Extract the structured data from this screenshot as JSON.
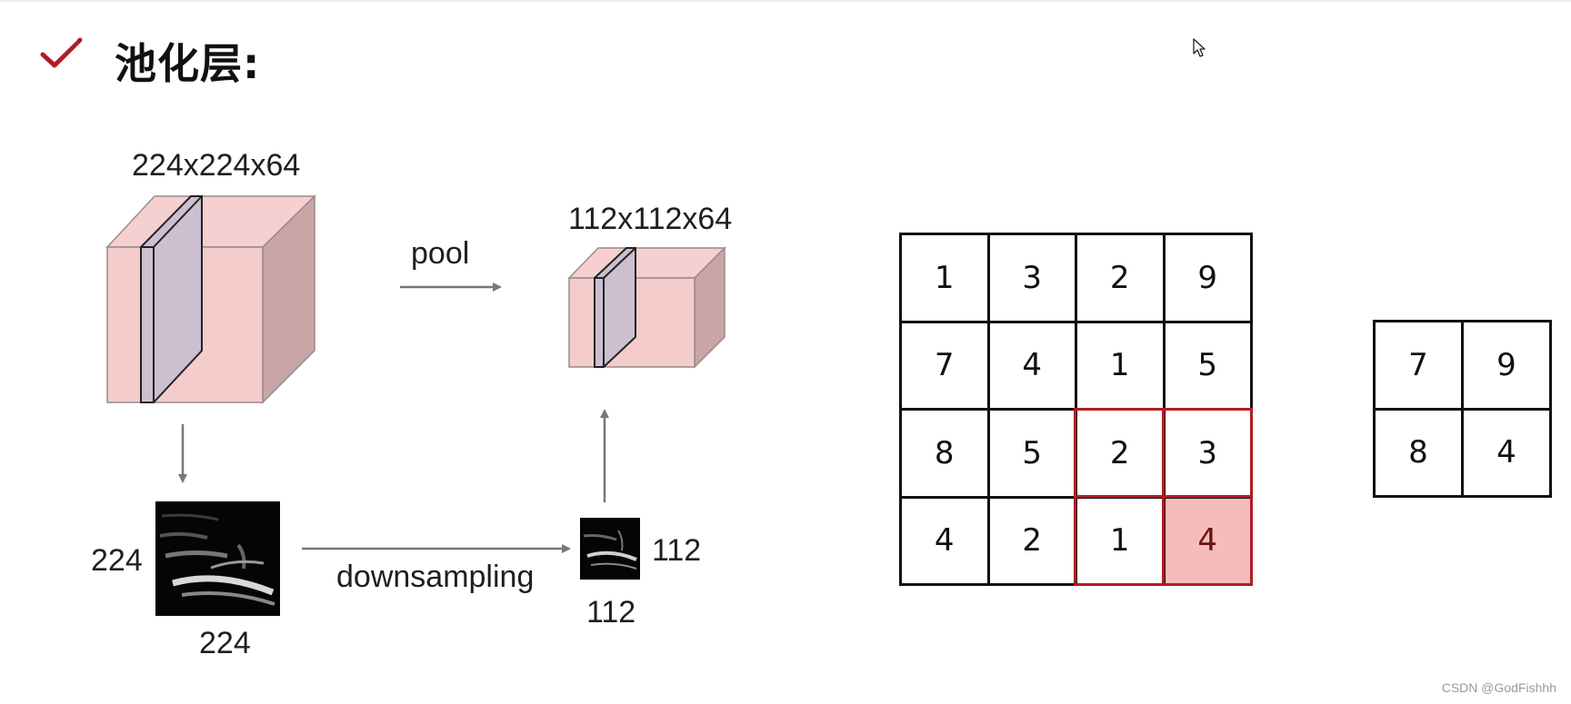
{
  "title": "池化层:",
  "diagram": {
    "input_size_label": "224x224x64",
    "pool_label": "pool",
    "output_size_label": "112x112x64",
    "input_height_label": "224",
    "input_width_label": "224",
    "downsampling_label": "downsampling",
    "output_height_label": "112",
    "output_width_label": "112"
  },
  "input_matrix": [
    [
      1,
      3,
      2,
      9
    ],
    [
      7,
      4,
      1,
      5
    ],
    [
      8,
      5,
      2,
      3
    ],
    [
      4,
      2,
      1,
      4
    ]
  ],
  "output_matrix": [
    [
      7,
      9
    ],
    [
      8,
      4
    ]
  ],
  "colors": {
    "accent_red": "#b31b22",
    "highlight_fill": "#f6bcbc",
    "cube_front": "#f4cccc",
    "cube_top": "#f6d0d0",
    "cube_side": "#c9a5a5",
    "slice_fill": "#cbbfd0",
    "arrow": "#777777"
  },
  "watermark": "CSDN @GodFishhh"
}
